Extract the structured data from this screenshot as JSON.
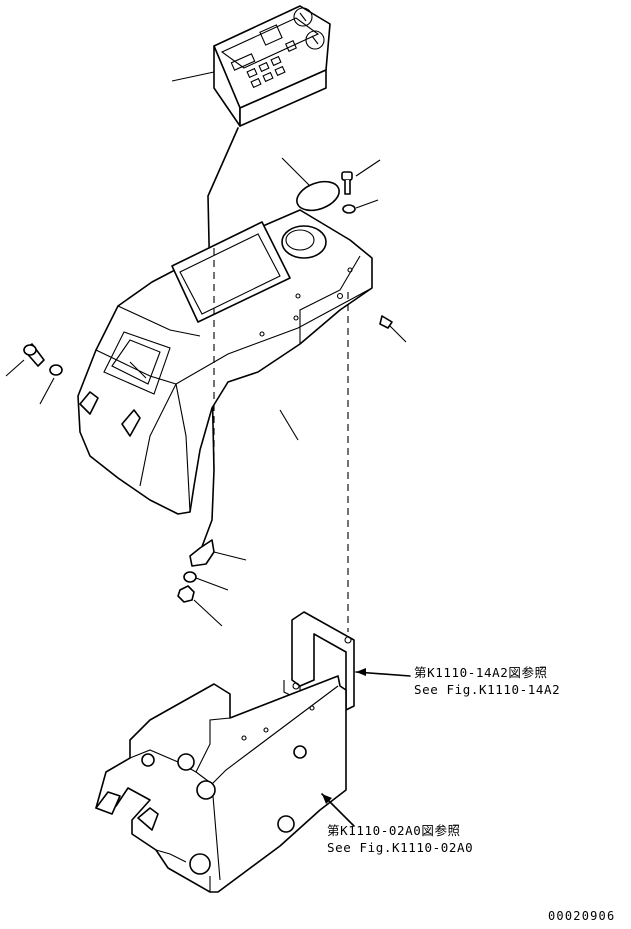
{
  "references": [
    {
      "jp": "第K1110-14A2図参照",
      "en": "See Fig.K1110-14A2"
    },
    {
      "jp": "第K1110-02A0図参照",
      "en": "See Fig.K1110-02A0"
    }
  ],
  "drawing_number": "00020906"
}
